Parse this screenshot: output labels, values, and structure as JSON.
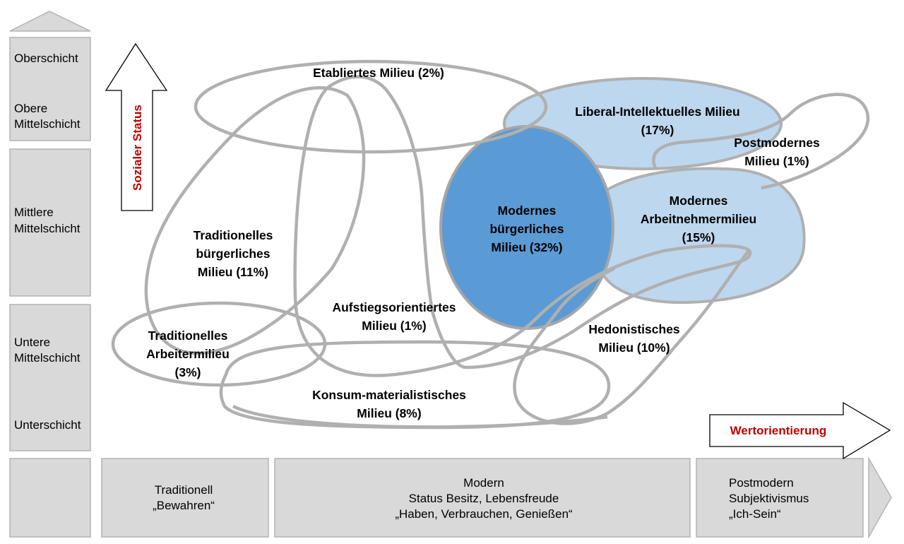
{
  "strata": {
    "oberschicht": "Oberschicht",
    "obere_mittelschicht": [
      "Obere",
      "Mittelschicht"
    ],
    "mittlere_mittelschicht": [
      "Mittlere",
      "Mittelschicht"
    ],
    "untere_mittelschicht": [
      "Untere",
      "Mittelschicht"
    ],
    "unterschicht": "Unterschicht"
  },
  "axes": {
    "vertical": "Sozialer Status",
    "horizontal": "Wertorientierung"
  },
  "value_columns": {
    "traditionell": [
      "Traditionell",
      "„Bewahren“"
    ],
    "modern": [
      "Modern",
      "Status Besitz, Lebensfreude",
      "„Haben, Verbrauchen, Genießen“"
    ],
    "postmodern": [
      "Postmodern",
      "Subjektivismus",
      "„Ich-Sein“"
    ]
  },
  "milieus": {
    "etabliertes": [
      "Etabliertes Milieu (2%)"
    ],
    "liberal": [
      "Liberal-Intellektuelles Milieu",
      "(17%)"
    ],
    "postmodernes": [
      "Postmodernes",
      "Milieu (1%)"
    ],
    "modernes_buergerliches": [
      "Modernes",
      "bürgerliches",
      "Milieu (32%)"
    ],
    "modernes_arbeitnehmer": [
      "Modernes",
      "Arbeitnehmermilieu",
      "(15%)"
    ],
    "traditionelles_buergerliches": [
      "Traditionelles",
      "bürgerliches",
      "Milieu  (11%)"
    ],
    "aufstiegsorientiertes": [
      "Aufstiegsorientiertes",
      "Milieu (1%)"
    ],
    "traditionelles_arbeiter": [
      "Traditionelles",
      "Arbeitermilieu",
      "(3%)"
    ],
    "hedonistisches": [
      "Hedonistisches",
      "Milieu (10%)"
    ],
    "konsum": [
      "Konsum-materialistisches",
      "Milieu (8%)"
    ]
  },
  "colors": {
    "box_gray": "#d9d9d9",
    "outline_gray": "#b0b0b0",
    "light_blue": "#bdd7ee",
    "dark_blue": "#5b9bd5",
    "axis_red": "#c00000"
  }
}
